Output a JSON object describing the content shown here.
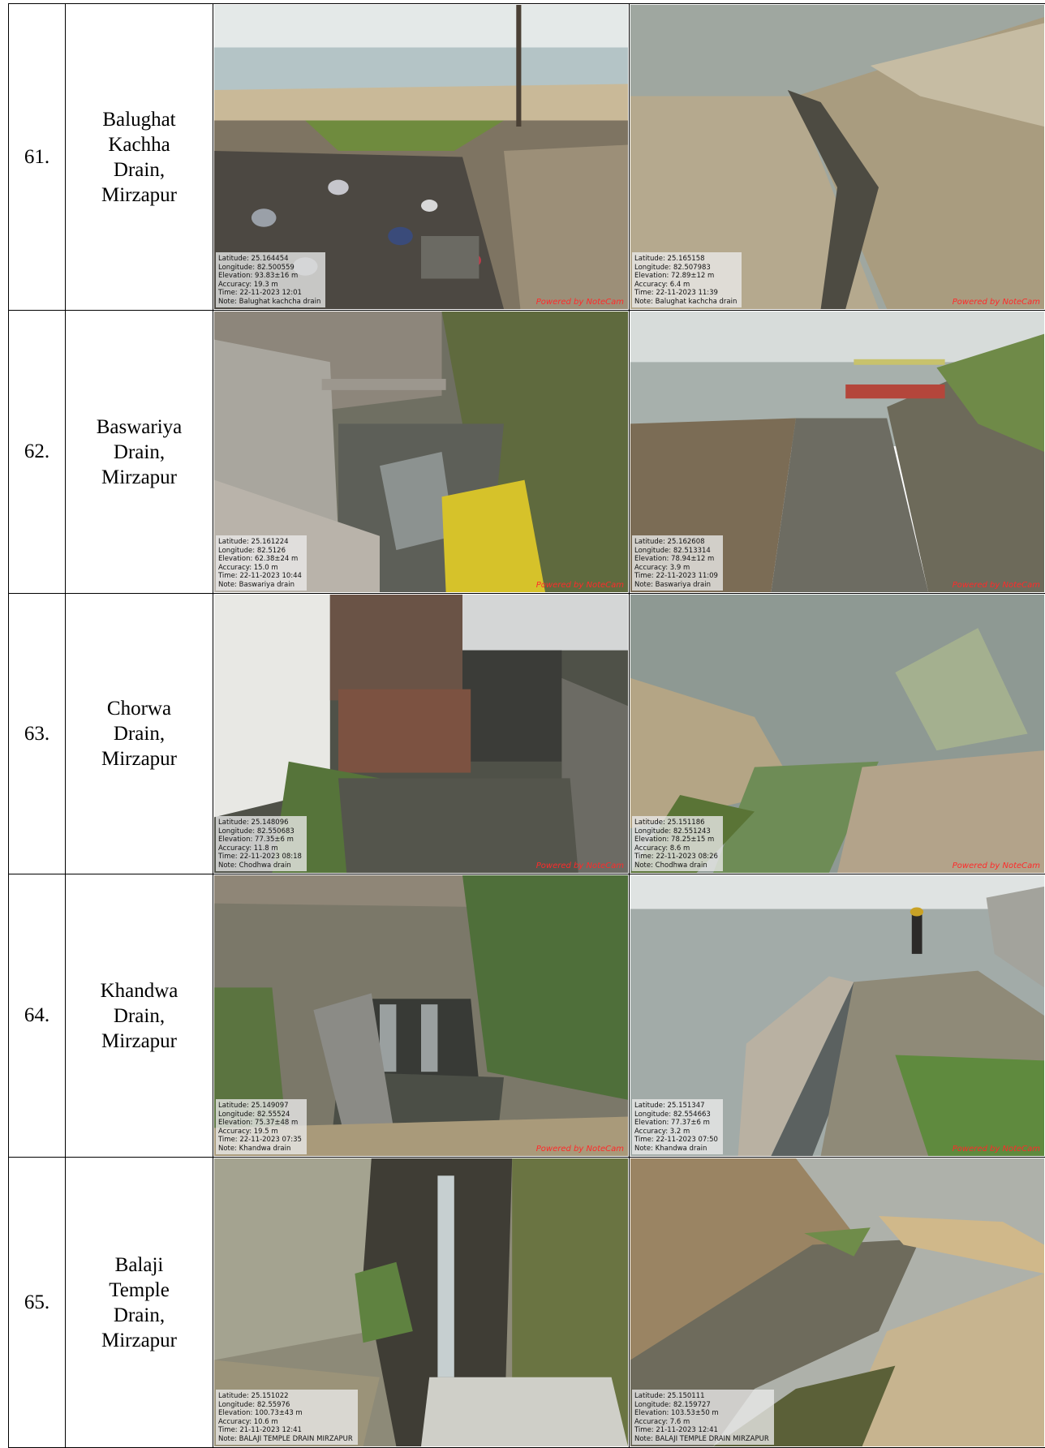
{
  "rows": [
    {
      "number": "61.",
      "name_lines": [
        "Balughat",
        "Kachha",
        "Drain,",
        "Mirzapur"
      ],
      "photos": [
        {
          "stamp": [
            "Latitude: 25.164454",
            "Longitude: 82.500559",
            "Elevation: 93.83±16 m",
            "Accuracy: 19.3 m",
            "Time: 22-11-2023 12:01",
            "Note: Balughat kachcha drain"
          ],
          "brand": "Powered by NoteCam"
        },
        {
          "stamp": [
            "Latitude: 25.165158",
            "Longitude: 82.507983",
            "Elevation: 72.89±12 m",
            "Accuracy: 6.4 m",
            "Time: 22-11-2023 11:39",
            "Note: Balughat kachcha drain"
          ],
          "brand": "Powered by NoteCam"
        }
      ]
    },
    {
      "number": "62.",
      "name_lines": [
        "Baswariya",
        "Drain,",
        "Mirzapur"
      ],
      "photos": [
        {
          "stamp": [
            "Latitude: 25.161224",
            "Longitude: 82.5126",
            "Elevation: 62.38±24 m",
            "Accuracy: 15.0 m",
            "Time: 22-11-2023 10:44",
            "Note: Baswariya drain"
          ],
          "brand": "Powered by NoteCam"
        },
        {
          "stamp": [
            "Latitude: 25.162608",
            "Longitude: 82.513314",
            "Elevation: 78.94±12 m",
            "Accuracy: 3.9 m",
            "Time: 22-11-2023 11:09",
            "Note: Baswariya drain"
          ],
          "brand": "Powered by NoteCam"
        }
      ]
    },
    {
      "number": "63.",
      "name_lines": [
        "Chorwa",
        "Drain,",
        "Mirzapur"
      ],
      "photos": [
        {
          "stamp": [
            "Latitude: 25.148096",
            "Longitude: 82.550683",
            "Elevation: 77.35±6 m",
            "Accuracy: 11.8 m",
            "Time: 22-11-2023 08:18",
            "Note: Chodhwa drain"
          ],
          "brand": "Powered by NoteCam"
        },
        {
          "stamp": [
            "Latitude: 25.151186",
            "Longitude: 82.551243",
            "Elevation: 78.25±15 m",
            "Accuracy: 8.6 m",
            "Time: 22-11-2023 08:26",
            "Note: Chodhwa drain"
          ],
          "brand": "Powered by NoteCam"
        }
      ]
    },
    {
      "number": "64.",
      "name_lines": [
        "Khandwa",
        "Drain,",
        "Mirzapur"
      ],
      "photos": [
        {
          "stamp": [
            "Latitude: 25.149097",
            "Longitude: 82.55524",
            "Elevation: 75.37±48 m",
            "Accuracy: 19.5 m",
            "Time: 22-11-2023 07:35",
            "Note: Khandwa drain"
          ],
          "brand": "Powered by NoteCam"
        },
        {
          "stamp": [
            "Latitude: 25.151347",
            "Longitude: 82.554663",
            "Elevation: 77.37±6 m",
            "Accuracy: 3.2 m",
            "Time: 22-11-2023 07:50",
            "Note: Khandwa drain"
          ],
          "brand": "Powered by NoteCam"
        }
      ]
    },
    {
      "number": "65.",
      "name_lines": [
        "Balaji",
        "Temple",
        "Drain,",
        "Mirzapur"
      ],
      "photos": [
        {
          "stamp": [
            "Latitude: 25.151022",
            "Longitude: 82.55976",
            "Elevation: 100.73±43 m",
            "Accuracy: 10.6 m",
            "Time: 21-11-2023 12:41",
            "Note: BALAJI TEMPLE DRAIN MIRZAPUR"
          ],
          "brand": ""
        },
        {
          "stamp": [
            "Latitude: 25.150111",
            "Longitude: 82.159727",
            "Elevation: 103.53±50 m",
            "Accuracy: 7.6 m",
            "Time: 21-11-2023 12:41",
            "Note: BALAJI TEMPLE DRAIN MIRZAPUR"
          ],
          "brand": ""
        }
      ]
    }
  ],
  "colors": {
    "river": "#b9c6c4",
    "sky": "#dfe4e2",
    "sand": "#b9ab8c",
    "vegetation": "#5d7a3a",
    "water_dark": "#5b5c50",
    "wall": "#8e8a80",
    "brand": "#ff2a2a"
  }
}
